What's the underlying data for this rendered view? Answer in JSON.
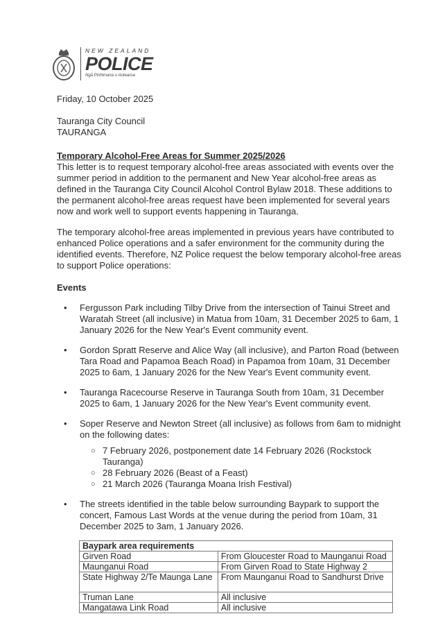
{
  "letterhead": {
    "line1": "NEW ZEALAND",
    "line2": "POLICE",
    "line3": "Ngā Pirihimana o Aotearoa"
  },
  "date": "Friday, 10 October 2025",
  "recipient": {
    "name": "Tauranga City Council",
    "city": "TAURANGA"
  },
  "subject": "Temporary Alcohol-Free Areas for Summer 2025/2026",
  "paragraphs": [
    "This letter is to request temporary alcohol-free areas associated with events over the summer period in addition to the permanent and New Year alcohol-free areas as defined in the Tauranga City Council Alcohol Control Bylaw 2018. These additions to the permanent alcohol-free areas request have been implemented for several years now and work well to support events happening in Tauranga.",
    "The temporary alcohol-free areas implemented in previous years have contributed to enhanced Police operations and a safer environment for the community during the identified events. Therefore, NZ Police request the below temporary alcohol-free areas to support Police operations:"
  ],
  "events_heading": "Events",
  "events": [
    "Fergusson Park including Tilby Drive from the intersection of Tainui Street and Waratah Street (all inclusive) in Matua from 10am, 31 December 2025 to 6am, 1 January 2026 for the New Year's Event community event.",
    "Gordon Spratt Reserve and Alice Way (all inclusive), and Parton Road (between Tara Road and Papamoa Beach Road) in Papamoa from 10am, 31 December 2025 to 6am, 1 January 2026 for the New Year's Event community event.",
    "Tauranga Racecourse Reserve in Tauranga South from 10am, 31 December 2025 to 6am, 1 January 2026 for the New Year's Event community event.",
    "Soper Reserve and Newton Street (all inclusive) as follows from 6am to midnight on the following dates:",
    "The streets identified in the table below surrounding Baypark to support the concert, Famous Last Words at the venue during the period from 10am, 31 December 2025 to 3am, 1 January 2026."
  ],
  "soper_dates": [
    "7 February 2026, postponement date 14 February 2026 (Rockstock Tauranga)",
    "28 February 2026 (Beast of a Feast)",
    "21 March 2026 (Tauranga Moana Irish Festival)"
  ],
  "table": {
    "header": "Baypark area requirements",
    "rows": [
      [
        "Girven Road",
        "From Gloucester Road to Maunganui Road"
      ],
      [
        "Maunganui Road",
        "From Girven Road to State Highway 2"
      ],
      [
        "State Highway 2/Te Maunga Lane",
        "From Maunganui Road to Sandhurst Drive"
      ],
      [
        "Truman Lane",
        "All inclusive"
      ],
      [
        "Mangatawa Link Road",
        "All inclusive"
      ]
    ]
  }
}
